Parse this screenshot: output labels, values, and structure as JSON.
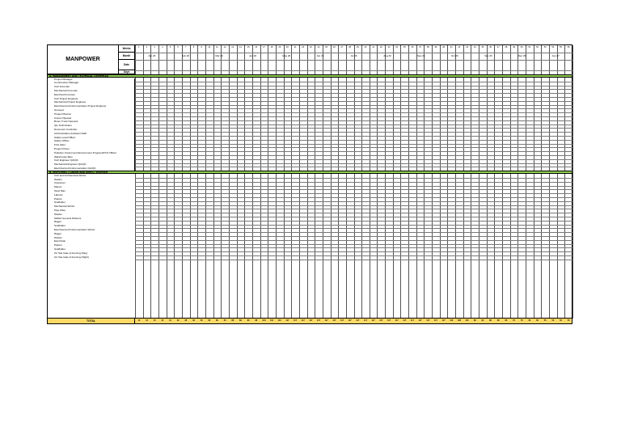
{
  "sheet": {
    "title": "MANPOWER",
    "header_labels": {
      "weeks": "Weeks",
      "month": "Month",
      "date": "Date",
      "days": "Days"
    },
    "months": [
      "Jan 26",
      "Feb 26",
      "Mar 26",
      "Apr 26",
      "May 26",
      "Jun 26",
      "Jul 26",
      "Aug 26",
      "Sep 26",
      "Oct 26",
      "Nov 26",
      "Dec 26",
      "Jan 27"
    ],
    "week_count": 56,
    "sections": [
      {
        "label": "A. MANAGEMENT AND TECHNICAL OVERHEAD"
      },
      {
        "label": "B. SKIP/DIRECT LABOR AND DIRECT WORKER"
      }
    ],
    "roles_a": [
      "Project Manager",
      "Construction Manager",
      "Civil Foreman",
      "Mechanical Foreman",
      "Electrical Foreman",
      "Civil Project Engineer",
      "Mechanical Project Engineer",
      "Electrical and Instrumentation Project Engineer",
      "Surveyor",
      "Project Planner",
      "Crane Operator",
      "Boom Truck Operator",
      "Qty Technicians",
      "Document Controller",
      "Administrative Assistant Staff",
      "Safety Lead Officer",
      "Safety Officer",
      "First Aider",
      "Project Driver",
      "Pollution Control and Environment Program/PCO Officer",
      "Warehouse Man",
      "Civil Engineer QA/QC",
      "Mechanical Engineer QA/QC",
      "Electrical and Instrumentation QA/QC"
    ],
    "roles_b": [
      "Civil and Architectural Works",
      "Welder",
      "Carpenter",
      "Mason",
      "Steel Man",
      "Laborer",
      "Painter",
      "Scaffolder",
      "Mechanical Works",
      "Pipe Fitter",
      "Welder",
      "Skilled General Workers",
      "Rigger",
      "Scaffolder",
      "Electrical and Instrumentation Works",
      "Rigger",
      "Welder",
      "Electrician",
      "Painter",
      "Scaffolder",
      "On Site Gate & Fencing (Day)",
      "On Site Gate & Fencing (Night)"
    ],
    "total_label": "TOTAL",
    "totals": [
      "13",
      "13",
      "13",
      "13",
      "13",
      "23",
      "28",
      "30",
      "46",
      "66",
      "80",
      "84",
      "88",
      "89",
      "96",
      "98",
      "103",
      "110",
      "112",
      "117",
      "117",
      "117",
      "117",
      "117",
      "117",
      "117",
      "117",
      "117",
      "117",
      "117",
      "117",
      "117",
      "117",
      "117",
      "117",
      "117",
      "117",
      "117",
      "117",
      "117",
      "110",
      "108",
      "101",
      "98",
      "90",
      "88",
      "80",
      "80",
      "70",
      "70",
      "63",
      "60",
      "56",
      "50",
      "50",
      "50"
    ]
  },
  "colors": {
    "section_bar": "#92d050",
    "total_row": "#ffd966"
  }
}
